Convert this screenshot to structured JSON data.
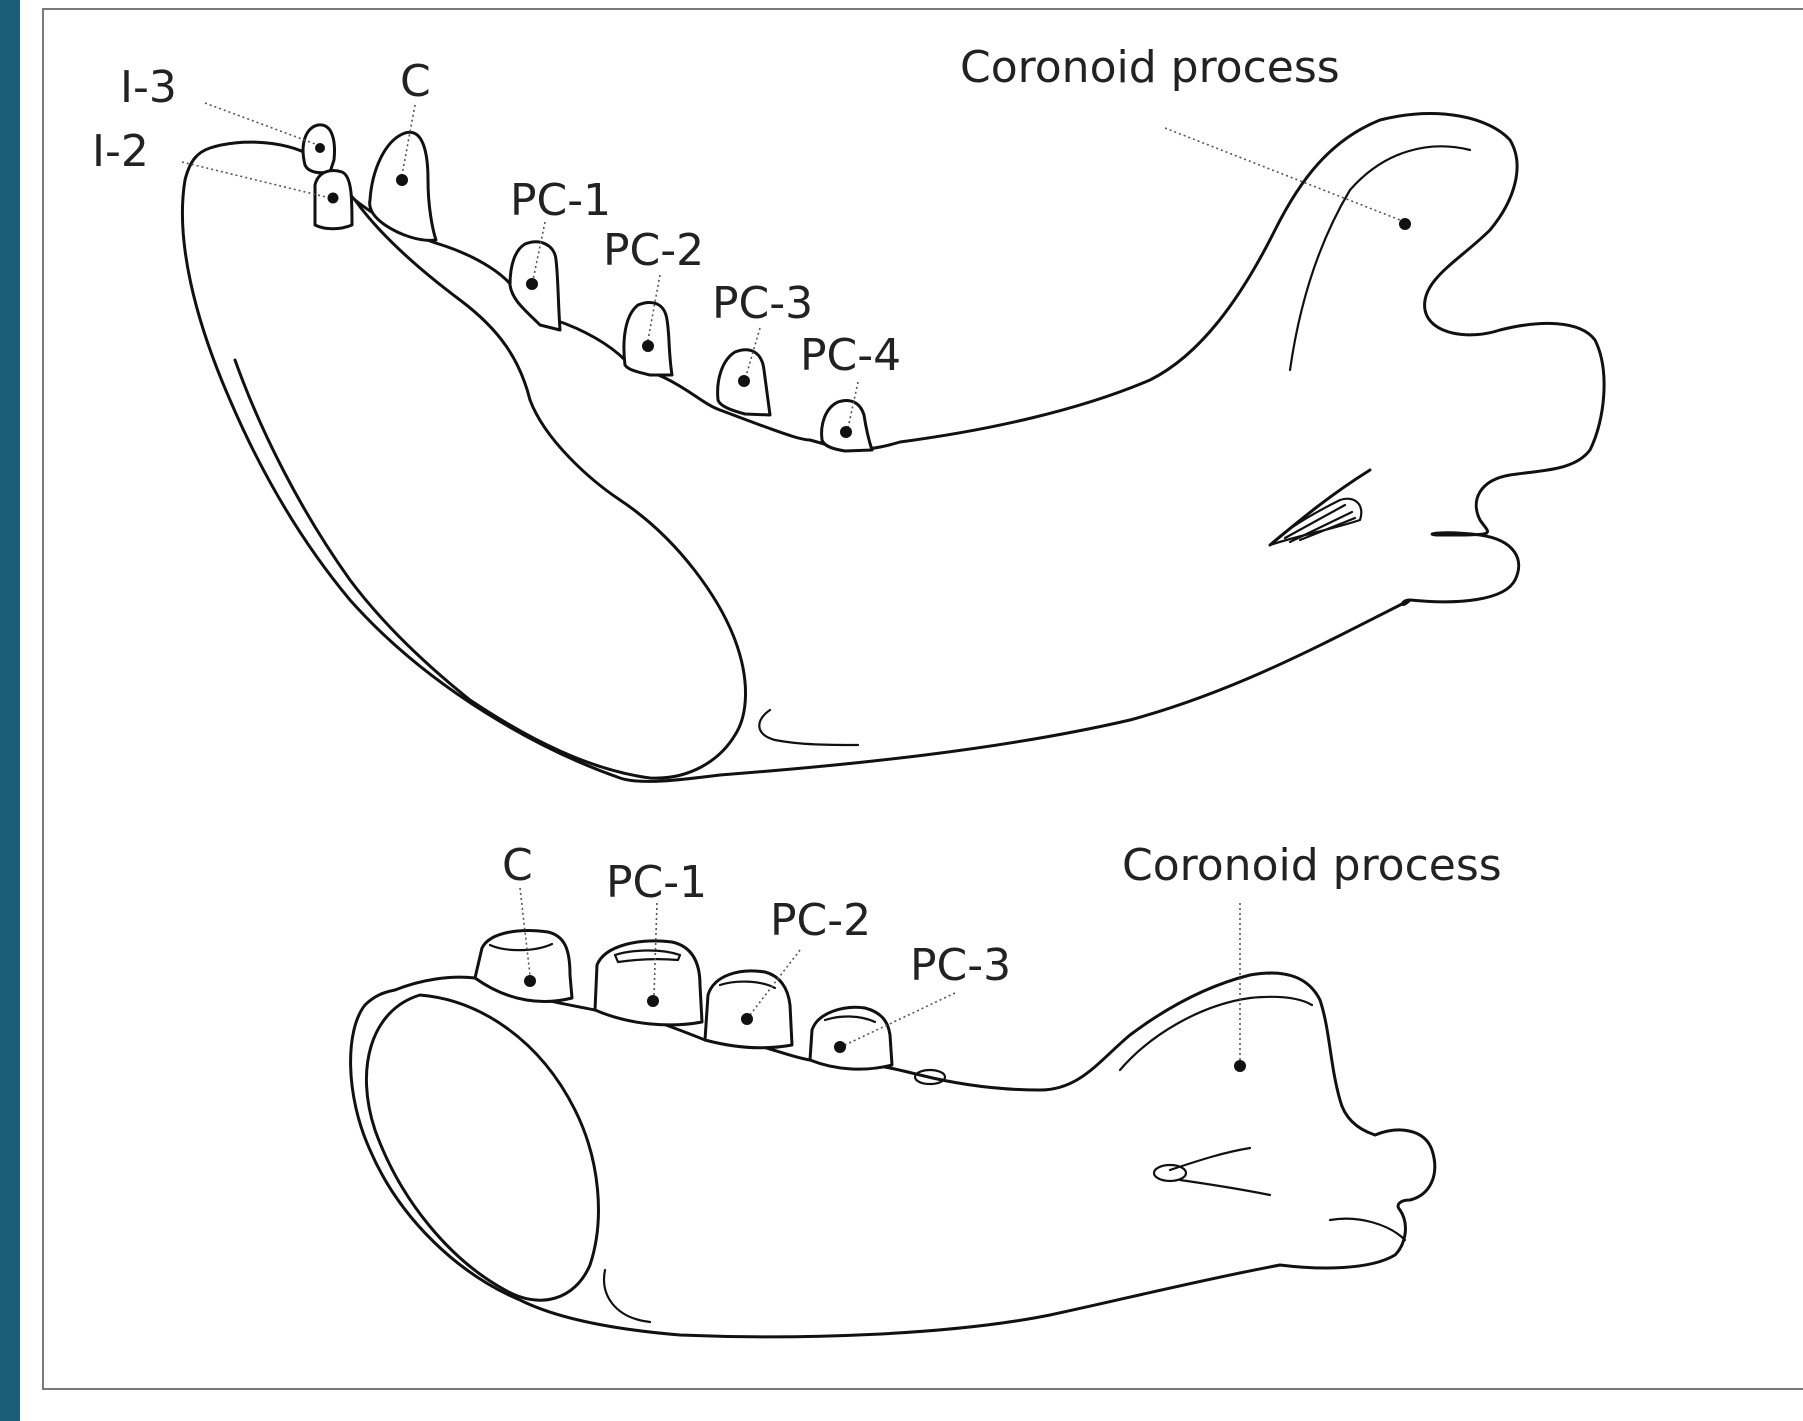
{
  "colors": {
    "left_band": "#1c5d78",
    "background": "#ffffff",
    "line": "#111111",
    "frame": "#7a7a7a"
  },
  "upper_jaw_labels": {
    "i3": "I-3",
    "i2": "I-2",
    "c": "C",
    "pc1": "PC-1",
    "pc2": "PC-2",
    "pc3": "PC-3",
    "pc4": "PC-4",
    "coronoid": "Coronoid process"
  },
  "lower_jaw_labels": {
    "c": "C",
    "pc1": "PC-1",
    "pc2": "PC-2",
    "pc3": "PC-3",
    "coronoid": "Coronoid process"
  }
}
